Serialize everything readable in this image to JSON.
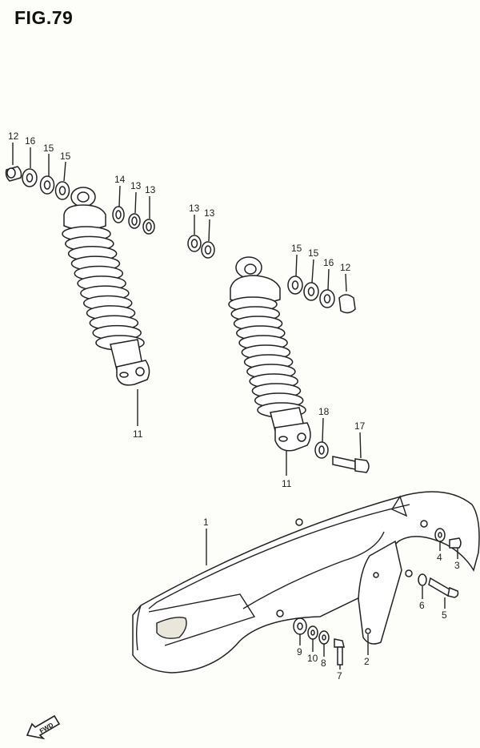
{
  "figure": {
    "title": "FIG.79"
  },
  "callouts": {
    "c12a": "12",
    "c16a": "16",
    "c15a": "15",
    "c15b": "15",
    "c14": "14",
    "c13a": "13",
    "c13b": "13",
    "c13c": "13",
    "c13d": "13",
    "c15c": "15",
    "c15d": "15",
    "c16b": "16",
    "c12b": "12",
    "c11a": "11",
    "c11b": "11",
    "c18": "18",
    "c17": "17",
    "c1": "1",
    "c4": "4",
    "c3": "3",
    "c6": "6",
    "c5": "5",
    "c9": "9",
    "c10": "10",
    "c8": "8",
    "c7": "7",
    "c2": "2"
  },
  "direction_indicator": {
    "label": "FWD"
  },
  "icons": {
    "direction_arrow": "fwd-arrow-icon"
  },
  "colors": {
    "ink": "#222222",
    "paper": "#fdfdf9"
  }
}
